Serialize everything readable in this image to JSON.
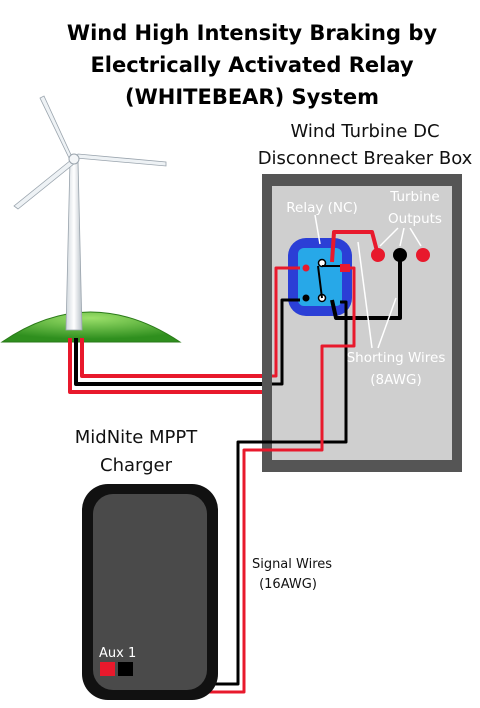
{
  "title": {
    "line1": "Wind High Intensity Braking by",
    "line2": "Electrically Activated Relay",
    "line3": "(WHITEBEAR) System"
  },
  "breaker_box": {
    "label_line1": "Wind Turbine DC",
    "label_line2": "Disconnect Breaker Box",
    "relay_label": "Relay (NC)",
    "outputs_line1": "Turbine",
    "outputs_line2": "Outputs",
    "shorting_line1": "Shorting Wires",
    "shorting_line2": "(8AWG)"
  },
  "charger": {
    "label_line1": "MidNite MPPT",
    "label_line2": "Charger",
    "aux_label": "Aux 1"
  },
  "signal_wires": {
    "line1": "Signal Wires",
    "line2": "(16AWG)"
  },
  "colors": {
    "positive_wire": "#e8192c",
    "negative_wire": "#000000",
    "box_frame": "#555555",
    "box_inner": "#cfcfcf",
    "relay_outer": "#2b3fd6",
    "relay_inner": "#27a8e8",
    "grass": "#3fa32a",
    "charger_body": "#4a4a4a"
  }
}
